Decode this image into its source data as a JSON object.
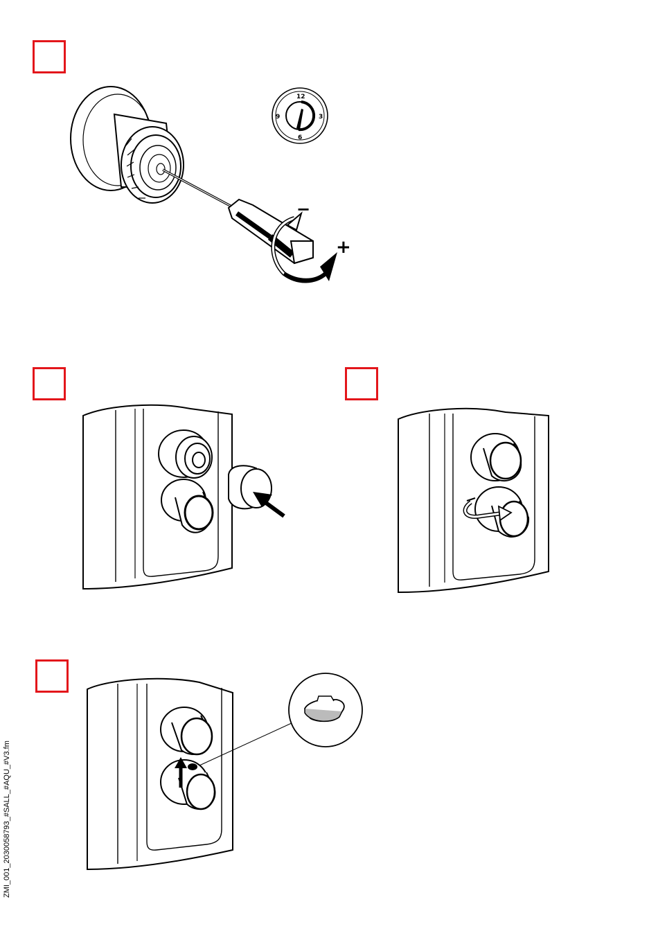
{
  "document": {
    "file_label": "ZMI_001_2030058793_#SALL_#AQU_#V3.fm",
    "step_box_color": "#e3161b"
  },
  "step1": {
    "dial": {
      "n12": "12",
      "n3": "3",
      "n6": "6",
      "n9": "9"
    },
    "minus_sign": "−",
    "plus_sign": "+"
  },
  "icons": [
    "screwdriver-icon",
    "rotation-arrow-icon",
    "push-arrow-icon",
    "up-arrow-icon",
    "magnifier-callout-icon"
  ]
}
